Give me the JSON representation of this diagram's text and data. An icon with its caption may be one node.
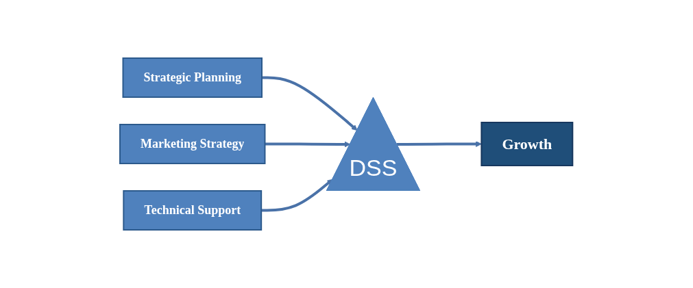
{
  "diagram": {
    "nodes": [
      {
        "text": [
          "Strategic Planning"
        ]
      },
      {
        "text": [
          "Marketing Strategy"
        ]
      },
      {
        "text": [
          "Technical Support"
        ]
      },
      {
        "text": [
          "DSS"
        ]
      },
      {
        "text": [
          "Growth"
        ]
      }
    ],
    "edges": [
      {
        "from": 0,
        "to": 3,
        "arrow": "to"
      },
      {
        "from": 1,
        "to": 3,
        "arrow": "to"
      },
      {
        "from": 2,
        "to": 3,
        "arrow": "to"
      },
      {
        "from": 3,
        "to": 4,
        "arrow": "to"
      }
    ]
  }
}
